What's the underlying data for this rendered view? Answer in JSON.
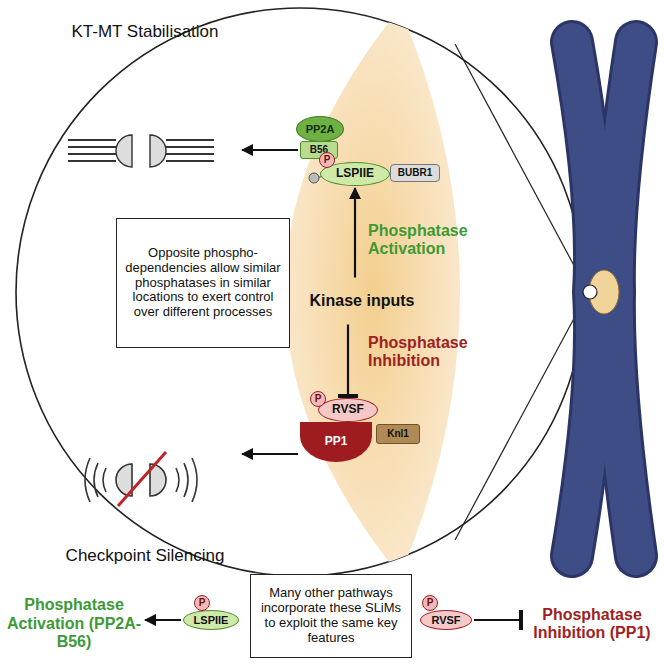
{
  "diagram": {
    "nodes": [
      {
        "text": [
          "KT-MT Stabilisation"
        ]
      },
      {
        "text": [
          "PP2A"
        ]
      },
      {
        "text": [
          "B56"
        ]
      },
      {
        "text": [
          "LSPIIE"
        ]
      },
      {
        "text": [
          "BUBR1"
        ]
      },
      {
        "text": [
          "Opposite phospho-dependencies allow similar phosphatases in similar locations to exert control over different processes"
        ]
      },
      {
        "text": [
          "Kinase inputs"
        ]
      },
      {
        "text": [
          "RVSF"
        ]
      },
      {
        "text": [
          "PP1"
        ]
      },
      {
        "text": [
          "Knl1"
        ]
      },
      {
        "text": [
          "Checkpoint Silencing"
        ]
      },
      {
        "text": [
          "Phosphatase Activation (PP2A-B56)"
        ]
      },
      {
        "text": [
          "LSPIIE"
        ]
      },
      {
        "text": [
          "Many other pathways incorporate these SLiMs to exploit the same key features"
        ]
      },
      {
        "text": [
          "RVSF"
        ]
      },
      {
        "text": [
          "Phosphatase Inhibition (PP1)"
        ]
      }
    ],
    "edges": [
      {
        "from": 2,
        "to": 0,
        "arrow": "to"
      },
      {
        "from": 6,
        "to": 3,
        "arrow": "to"
      },
      {
        "from": 6,
        "to": 7,
        "arrow": "to"
      },
      {
        "from": 8,
        "to": 10,
        "arrow": "to"
      },
      {
        "from": 12,
        "to": 11,
        "arrow": "to"
      },
      {
        "from": 14,
        "to": 15,
        "arrow": "to"
      }
    ],
    "labels": [
      "P",
      "Phosphatase Activation",
      "Phosphatase Inhibition",
      "P",
      "P",
      "P"
    ]
  }
}
